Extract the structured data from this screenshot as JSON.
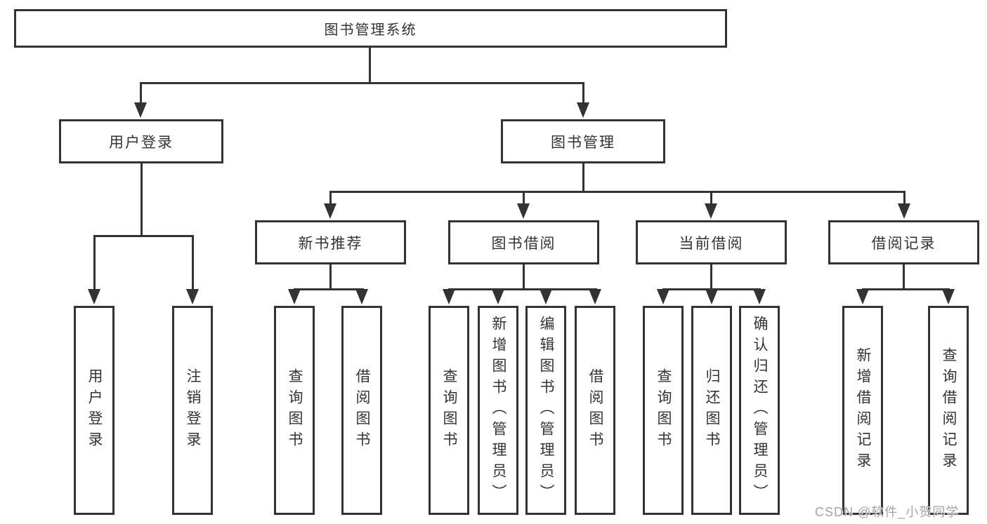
{
  "colors": {
    "border": "#333333",
    "line": "#333333",
    "text": "#333333",
    "background": "#ffffff",
    "watermark": "#a3a3a3"
  },
  "watermark": {
    "text": "CSDN @软件_小贺同学"
  },
  "tree": {
    "label": "图书管理系统",
    "children": [
      {
        "label": "用户登录",
        "children": [
          {
            "label": "用户登录"
          },
          {
            "label": "注销登录"
          }
        ]
      },
      {
        "label": "图书管理",
        "children": [
          {
            "label": "新书推荐",
            "children": [
              {
                "label": "查询图书"
              },
              {
                "label": "借阅图书"
              }
            ]
          },
          {
            "label": "图书借阅",
            "children": [
              {
                "label": "查询图书"
              },
              {
                "label": "新增图书（管理员）"
              },
              {
                "label": "编辑图书（管理员）"
              },
              {
                "label": "借阅图书"
              }
            ]
          },
          {
            "label": "当前借阅",
            "children": [
              {
                "label": "查询图书"
              },
              {
                "label": "归还图书"
              },
              {
                "label": "确认归还（管理员）"
              }
            ]
          },
          {
            "label": "借阅记录",
            "children": [
              {
                "label": "新增借阅记录"
              },
              {
                "label": "查询借阅记录"
              }
            ]
          }
        ]
      }
    ]
  }
}
